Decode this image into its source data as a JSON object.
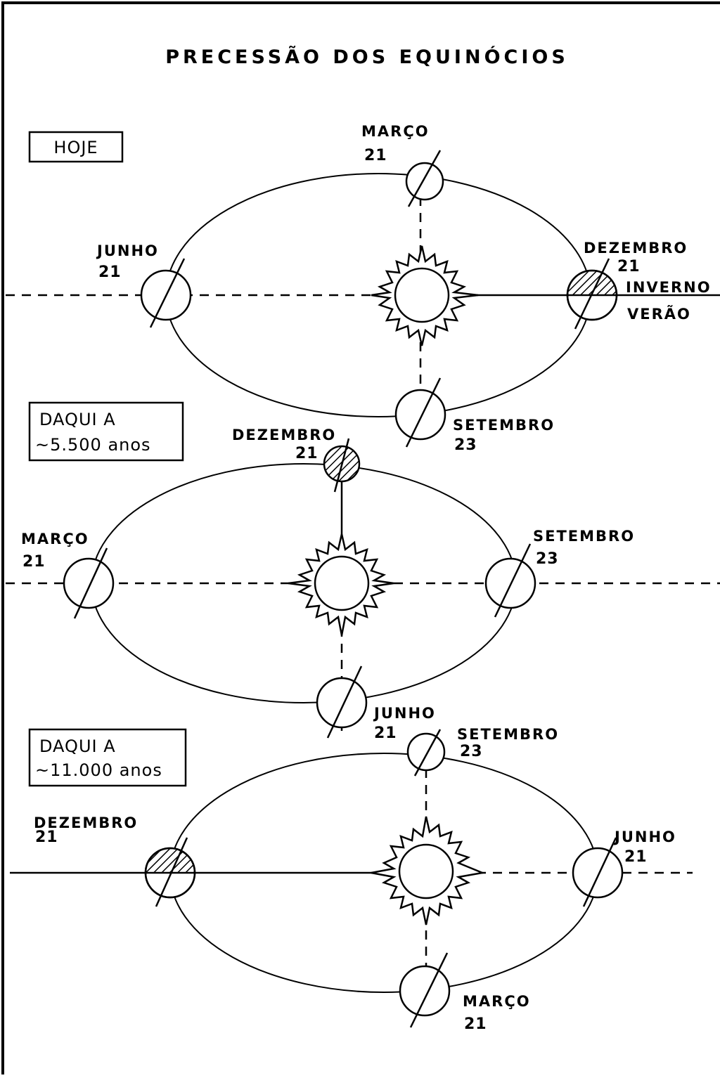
{
  "title": "PRECESSÃO DOS EQUINÓCIOS",
  "panels": [
    {
      "box": [
        "HOJE"
      ],
      "positions": {
        "top": {
          "month": "MARÇO",
          "day": "21"
        },
        "left": {
          "month": "JUNHO",
          "day": "21"
        },
        "right": {
          "month": "DEZEMBRO",
          "day": "21"
        },
        "bottom": {
          "month": "SETEMBRO",
          "day": "23"
        }
      },
      "inverno": "INVERNO",
      "verao": "VERÃO"
    },
    {
      "box": [
        "DAQUI  A",
        "~5.500 anos"
      ],
      "positions": {
        "top": {
          "month": "DEZEMBRO",
          "day": "21"
        },
        "left": {
          "month": "MARÇO",
          "day": "21"
        },
        "right": {
          "month": "SETEMBRO",
          "day": "23"
        },
        "bottom": {
          "month": "JUNHO",
          "day": "21"
        }
      }
    },
    {
      "box": [
        "DAQUI  A",
        "~11.000 anos"
      ],
      "positions": {
        "top": {
          "month": "SETEMBRO",
          "day": "23"
        },
        "left": {
          "month": "DEZEMBRO",
          "day": "21"
        },
        "right": {
          "month": "JUNHO",
          "day": "21"
        },
        "bottom": {
          "month": "MARÇO",
          "day": "21"
        }
      }
    }
  ]
}
